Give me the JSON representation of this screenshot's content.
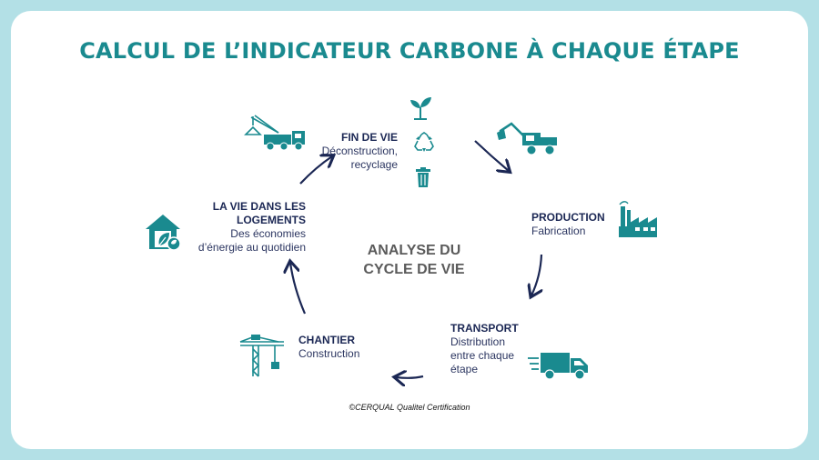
{
  "title": "CALCUL DE L’INDICATEUR CARBONE À CHAQUE ÉTAPE",
  "center": {
    "line1": "ANALYSE DU",
    "line2": "CYCLE DE VIE"
  },
  "stages": {
    "fin_de_vie": {
      "heading": "FIN DE VIE",
      "line1": "Déconstruction,",
      "line2": "recyclage"
    },
    "production": {
      "heading": "PRODUCTION",
      "line1": "Fabrication"
    },
    "transport": {
      "heading": "TRANSPORT",
      "line1": "Distribution",
      "line2": "entre chaque",
      "line3": "étape"
    },
    "chantier": {
      "heading": "CHANTIER",
      "line1": "Construction"
    },
    "vie_logements": {
      "heading1": "LA VIE DANS LES",
      "heading2": "LOGEMENTS",
      "line1": "Des économies",
      "line2": "d’énergie au quotidien"
    }
  },
  "icons": [
    "crane-truck-icon",
    "plant-icon",
    "recycle-icon",
    "trash-bin-icon",
    "excavator-icon",
    "factory-icon",
    "delivery-truck-icon",
    "tower-crane-icon",
    "eco-house-icon"
  ],
  "colors": {
    "teal": "#1a8a8f",
    "navy": "#1b2754",
    "frame": "#b3e0e6"
  },
  "copyright": "©CERQUAL Qualitel Certification"
}
